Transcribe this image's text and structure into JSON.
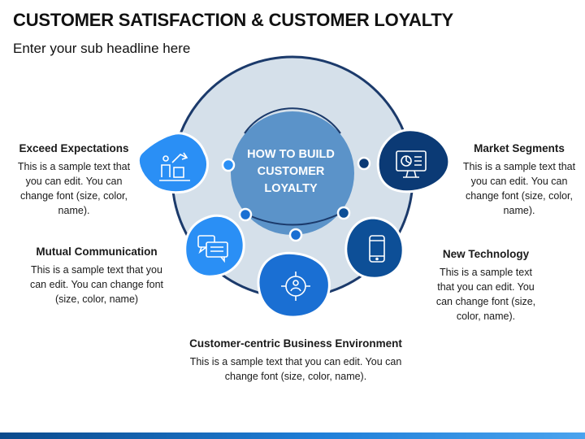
{
  "title": "CUSTOMER SATISFACTION & CUSTOMER LOYALTY",
  "subtitle": "Enter your sub headline here",
  "center": {
    "line1": "HOW TO BUILD",
    "line2": "CUSTOMER",
    "line3": "LOYALTY"
  },
  "items": {
    "exceed": {
      "heading": "Exceed Expectations",
      "text": "This is a sample text that you can edit. You can change font (size, color, name).",
      "icon": "growth-chart-icon"
    },
    "mutual": {
      "heading": "Mutual Communication",
      "text": "This is a sample text that you can edit. You can change font (size, color, name)",
      "icon": "chat-bubbles-icon"
    },
    "centric": {
      "heading": "Customer-centric Business Environment",
      "text": "This is a sample text that you can edit. You can change font (size, color, name).",
      "icon": "target-user-icon"
    },
    "tech": {
      "heading": "New Technology",
      "text": "This is a sample text that you can edit. You can change font (size, color, name).",
      "icon": "smartphone-icon"
    },
    "market": {
      "heading": "Market Segments",
      "text": "This is a sample text that you can edit. You can change font (size, color, name).",
      "icon": "monitor-chart-icon"
    }
  },
  "colors": {
    "outer_ring": "#1b3a6b",
    "outer_fill": "#d5e0ea",
    "inner_circle": "#5b93c9",
    "light_blue": "#2a8ff5",
    "mid_blue": "#1a6fd3",
    "dark_blue": "#0d4f97",
    "navy": "#0b3a75"
  }
}
